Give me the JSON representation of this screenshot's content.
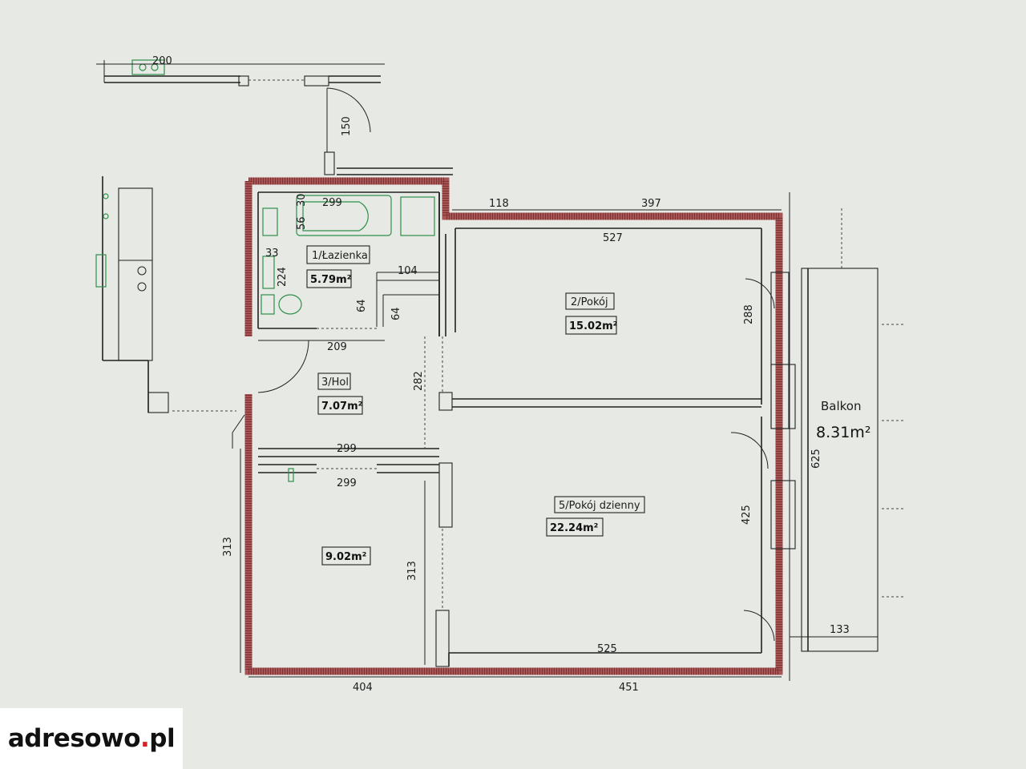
{
  "rooms": {
    "bathroom": {
      "label": "1/Łazienka",
      "area": "5.79m²"
    },
    "room2": {
      "label": "2/Pokój",
      "area": "15.02m²"
    },
    "hall": {
      "label": "3/Hol",
      "area": "7.07m²"
    },
    "room4": {
      "area": "9.02m²"
    },
    "living": {
      "label": "5/Pokój dzienny",
      "area": "22.24m²"
    },
    "balcony": {
      "label": "Balkon",
      "area": "8.31m²"
    }
  },
  "dimensions": {
    "corridor_150": "150",
    "bath_width": "299",
    "bath_30": "30",
    "bath_56": "56",
    "bath_33": "33",
    "bath_224": "224",
    "bath_104": "104",
    "bath_64a": "64",
    "bath_64b": "64",
    "hall_209": "209",
    "hall_282": "282",
    "wall_299a": "299",
    "wall_299b": "299",
    "room4_313": "313",
    "room2_527": "527",
    "room2_288": "288",
    "living_425": "425",
    "living_525": "525",
    "balcony_625": "625",
    "balcony_133": "133",
    "top_397": "397",
    "top_118": "118",
    "bottom_404": "404",
    "bottom_451": "451",
    "left_313": "313",
    "top_200": "200"
  },
  "logo": {
    "main": "adresowo",
    "dot": ".",
    "tld": "pl"
  }
}
